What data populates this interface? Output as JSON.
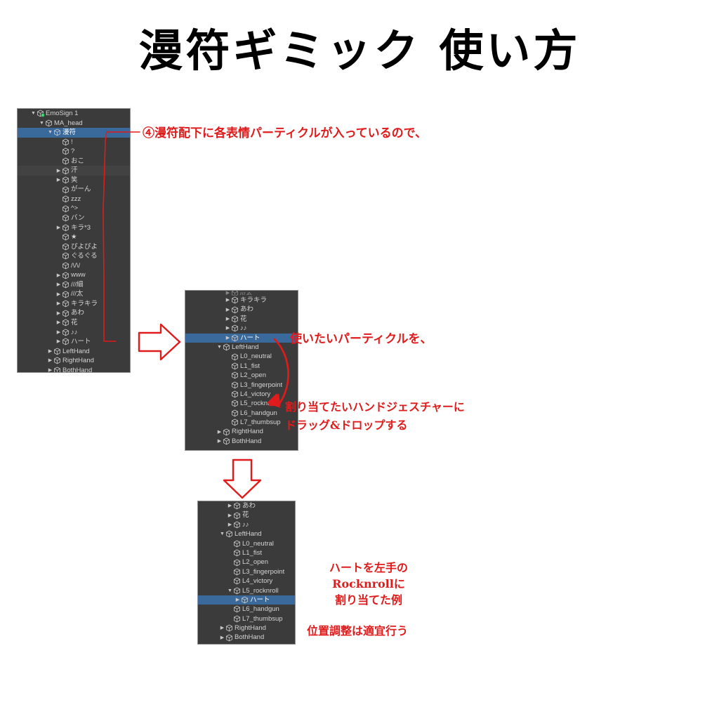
{
  "title": "漫符ギミック 使い方",
  "annotations": {
    "step4": "④漫符配下に各表情パーティクルが入っているので、",
    "use_particle": "使いたいパーティクルを、",
    "assign_line1": "割り当てたいハンドジェスチャーに",
    "assign_line2": "ドラッグ&ドロップする",
    "example_line1": "ハートを左手の",
    "example_line2": "Rocknrollに",
    "example_line3": "割り当てた例",
    "note": "位置調整は適宜行う"
  },
  "icons": {
    "arrow_right": "right-arrow-outline-icon",
    "arrow_down": "down-arrow-outline-icon",
    "leader_line": "callout-leader-line",
    "curve_arrow": "drag-drop-curved-arrow-icon"
  },
  "colors": {
    "panel_bg": "#3b3b3b",
    "panel_row_alt": "#424242",
    "selection": "#3a6a9c",
    "panel_border": "#909090",
    "text": "#d4d4d4",
    "accent_red": "#e01b1b",
    "prefab_green": "#3ddc73"
  },
  "panel1": {
    "name": "hierarchy-panel-emosign",
    "rows": [
      {
        "label": "EmoSign 1",
        "indent": 0,
        "twisty": "down",
        "selected": false,
        "prefab": true
      },
      {
        "label": "MA_head",
        "indent": 1,
        "twisty": "down",
        "selected": false,
        "prefab": false
      },
      {
        "label": "漫符",
        "indent": 2,
        "twisty": "down",
        "selected": true,
        "prefab": false
      },
      {
        "label": "!",
        "indent": 3,
        "twisty": "none",
        "selected": false,
        "prefab": false
      },
      {
        "label": "?",
        "indent": 3,
        "twisty": "none",
        "selected": false,
        "prefab": false
      },
      {
        "label": "おこ",
        "indent": 3,
        "twisty": "none",
        "selected": false,
        "prefab": false
      },
      {
        "label": "汗",
        "indent": 3,
        "twisty": "right",
        "selected": false,
        "prefab": false
      },
      {
        "label": "笑",
        "indent": 3,
        "twisty": "right",
        "selected": false,
        "prefab": false
      },
      {
        "label": "がーん",
        "indent": 3,
        "twisty": "none",
        "selected": false,
        "prefab": false
      },
      {
        "label": "zzz",
        "indent": 3,
        "twisty": "none",
        "selected": false,
        "prefab": false
      },
      {
        "label": "^>",
        "indent": 3,
        "twisty": "none",
        "selected": false,
        "prefab": false
      },
      {
        "label": "バン",
        "indent": 3,
        "twisty": "none",
        "selected": false,
        "prefab": false
      },
      {
        "label": "キラ*3",
        "indent": 3,
        "twisty": "right",
        "selected": false,
        "prefab": false
      },
      {
        "label": "★",
        "indent": 3,
        "twisty": "none",
        "selected": false,
        "prefab": false
      },
      {
        "label": "ぴよぴよ",
        "indent": 3,
        "twisty": "none",
        "selected": false,
        "prefab": false
      },
      {
        "label": "ぐるぐる",
        "indent": 3,
        "twisty": "none",
        "selected": false,
        "prefab": false
      },
      {
        "label": "/\\/\\/",
        "indent": 3,
        "twisty": "none",
        "selected": false,
        "prefab": false
      },
      {
        "label": "www",
        "indent": 3,
        "twisty": "right",
        "selected": false,
        "prefab": false
      },
      {
        "label": "///細",
        "indent": 3,
        "twisty": "right",
        "selected": false,
        "prefab": false
      },
      {
        "label": "///太",
        "indent": 3,
        "twisty": "right",
        "selected": false,
        "prefab": false
      },
      {
        "label": "キラキラ",
        "indent": 3,
        "twisty": "right",
        "selected": false,
        "prefab": false
      },
      {
        "label": "あわ",
        "indent": 3,
        "twisty": "right",
        "selected": false,
        "prefab": false
      },
      {
        "label": "花",
        "indent": 3,
        "twisty": "right",
        "selected": false,
        "prefab": false
      },
      {
        "label": "♪♪",
        "indent": 3,
        "twisty": "right",
        "selected": false,
        "prefab": false
      },
      {
        "label": "ハート",
        "indent": 3,
        "twisty": "right",
        "selected": false,
        "prefab": false
      },
      {
        "label": "LeftHand",
        "indent": 2,
        "twisty": "right",
        "selected": false,
        "prefab": false
      },
      {
        "label": "RightHand",
        "indent": 2,
        "twisty": "right",
        "selected": false,
        "prefab": false
      },
      {
        "label": "BothHand",
        "indent": 2,
        "twisty": "right",
        "selected": false,
        "prefab": false
      }
    ]
  },
  "panel2": {
    "name": "hierarchy-panel-drag-source",
    "rows": [
      {
        "label": "///太",
        "indent": 3,
        "twisty": "right",
        "selected": false,
        "clipped": true
      },
      {
        "label": "キラキラ",
        "indent": 3,
        "twisty": "right",
        "selected": false
      },
      {
        "label": "あわ",
        "indent": 3,
        "twisty": "right",
        "selected": false
      },
      {
        "label": "花",
        "indent": 3,
        "twisty": "right",
        "selected": false
      },
      {
        "label": "♪♪",
        "indent": 3,
        "twisty": "right",
        "selected": false
      },
      {
        "label": "ハート",
        "indent": 3,
        "twisty": "right",
        "selected": true
      },
      {
        "label": "LeftHand",
        "indent": 2,
        "twisty": "down",
        "selected": false
      },
      {
        "label": "L0_neutral",
        "indent": 3,
        "twisty": "none",
        "selected": false
      },
      {
        "label": "L1_fist",
        "indent": 3,
        "twisty": "none",
        "selected": false
      },
      {
        "label": "L2_open",
        "indent": 3,
        "twisty": "none",
        "selected": false
      },
      {
        "label": "L3_fingerpoint",
        "indent": 3,
        "twisty": "none",
        "selected": false
      },
      {
        "label": "L4_victory",
        "indent": 3,
        "twisty": "none",
        "selected": false
      },
      {
        "label": "L5_rocknroll",
        "indent": 3,
        "twisty": "none",
        "selected": false
      },
      {
        "label": "L6_handgun",
        "indent": 3,
        "twisty": "none",
        "selected": false
      },
      {
        "label": "L7_thumbsup",
        "indent": 3,
        "twisty": "none",
        "selected": false
      },
      {
        "label": "RightHand",
        "indent": 2,
        "twisty": "right",
        "selected": false
      },
      {
        "label": "BothHand",
        "indent": 2,
        "twisty": "right",
        "selected": false
      }
    ]
  },
  "panel3": {
    "name": "hierarchy-panel-result",
    "rows": [
      {
        "label": "あわ",
        "indent": 3,
        "twisty": "right",
        "selected": false
      },
      {
        "label": "花",
        "indent": 3,
        "twisty": "right",
        "selected": false
      },
      {
        "label": "♪♪",
        "indent": 3,
        "twisty": "right",
        "selected": false
      },
      {
        "label": "LeftHand",
        "indent": 2,
        "twisty": "down",
        "selected": false
      },
      {
        "label": "L0_neutral",
        "indent": 3,
        "twisty": "none",
        "selected": false
      },
      {
        "label": "L1_fist",
        "indent": 3,
        "twisty": "none",
        "selected": false
      },
      {
        "label": "L2_open",
        "indent": 3,
        "twisty": "none",
        "selected": false
      },
      {
        "label": "L3_fingerpoint",
        "indent": 3,
        "twisty": "none",
        "selected": false
      },
      {
        "label": "L4_victory",
        "indent": 3,
        "twisty": "none",
        "selected": false
      },
      {
        "label": "L5_rocknroll",
        "indent": 3,
        "twisty": "down",
        "selected": false
      },
      {
        "label": "ハート",
        "indent": 4,
        "twisty": "right",
        "selected": true
      },
      {
        "label": "L6_handgun",
        "indent": 3,
        "twisty": "none",
        "selected": false
      },
      {
        "label": "L7_thumbsup",
        "indent": 3,
        "twisty": "none",
        "selected": false
      },
      {
        "label": "RightHand",
        "indent": 2,
        "twisty": "right",
        "selected": false
      },
      {
        "label": "BothHand",
        "indent": 2,
        "twisty": "right",
        "selected": false
      }
    ]
  }
}
